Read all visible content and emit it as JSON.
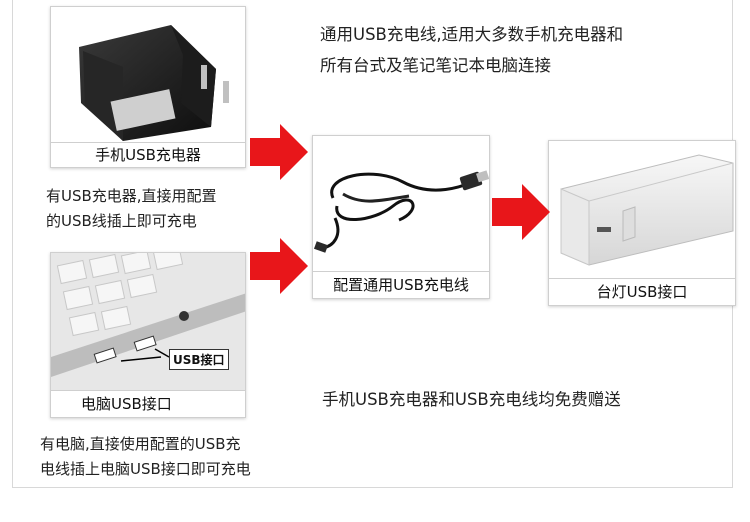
{
  "intro_line1": "通用USB充电线,适用大多数手机充电器和",
  "intro_line2": "所有台式及笔记笔记本电脑连接",
  "charger_caption": "手机USB充电器",
  "charger_note_line1": "有USB充电器,直接用配置",
  "charger_note_line2": "的USB线插上即可充电",
  "cable_caption": "配置通用USB充电线",
  "lamp_caption": "台灯USB接口",
  "laptop_caption": "电脑USB接口",
  "laptop_port_label": "USB接口",
  "laptop_note_line1": "有电脑,直接使用配置的USB充",
  "laptop_note_line2": "电线插上电脑USB接口即可充电",
  "free_gift_note": "手机USB充电器和USB充电线均免费赠送",
  "colors": {
    "arrow_red": "#e8161a",
    "border": "#cfcfcf"
  }
}
